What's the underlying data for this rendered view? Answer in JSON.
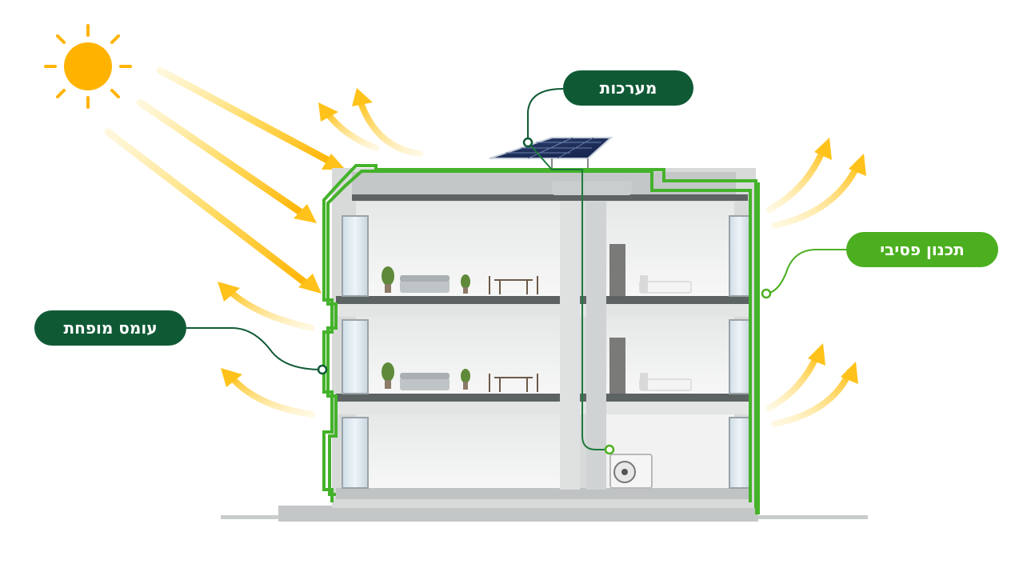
{
  "labels": {
    "systems": "מערכות",
    "passive_design": "תכנון פסיבי",
    "reduced_thermal_load": "עומס מופחת"
  },
  "colors": {
    "dark_green": "#0f5a35",
    "light_green": "#4caf1f",
    "envelope_green": "#44b22a",
    "sun": "#ffb300",
    "arrow_yellow": "#ffc21a",
    "wall_grey": "#b8bdbd",
    "slab_dark": "#59605f"
  },
  "icons": [
    "sun-icon",
    "solar-panel-icon",
    "heat-pump-icon",
    "sofa-icon",
    "dining-table-icon",
    "bed-icon",
    "plant-icon",
    "door-icon"
  ]
}
